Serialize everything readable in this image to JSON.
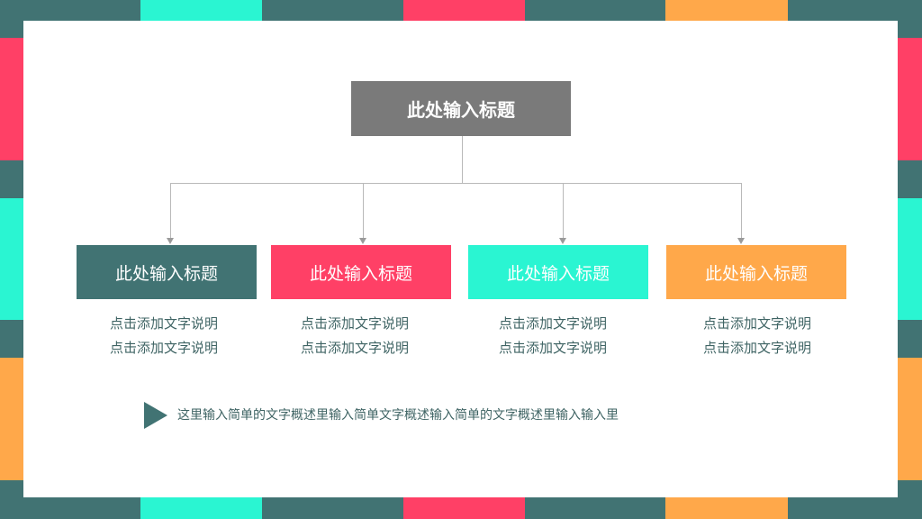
{
  "colors": {
    "teal": "#417373",
    "mint": "#2af5d2",
    "pink": "#ff4066",
    "orange": "#ffa84a",
    "gray": "#7a7a7a",
    "white": "#ffffff"
  },
  "header": {
    "title": "此处输入标题"
  },
  "items": [
    {
      "title": "此处输入标题",
      "color": "#417373",
      "desc": [
        "点击添加文字说明",
        "点击添加文字说明"
      ]
    },
    {
      "title": "此处输入标题",
      "color": "#ff4066",
      "desc": [
        "点击添加文字说明",
        "点击添加文字说明"
      ]
    },
    {
      "title": "此处输入标题",
      "color": "#2af5d2",
      "desc": [
        "点击添加文字说明",
        "点击添加文字说明"
      ]
    },
    {
      "title": "此处输入标题",
      "color": "#ffa84a",
      "desc": [
        "点击添加文字说明",
        "点击添加文字说明"
      ]
    }
  ],
  "summary": {
    "icon": "play-triangle-icon",
    "text": "这里输入简单的文字概述里输入简单文字概述输入简单的文字概述里输入输入里"
  }
}
